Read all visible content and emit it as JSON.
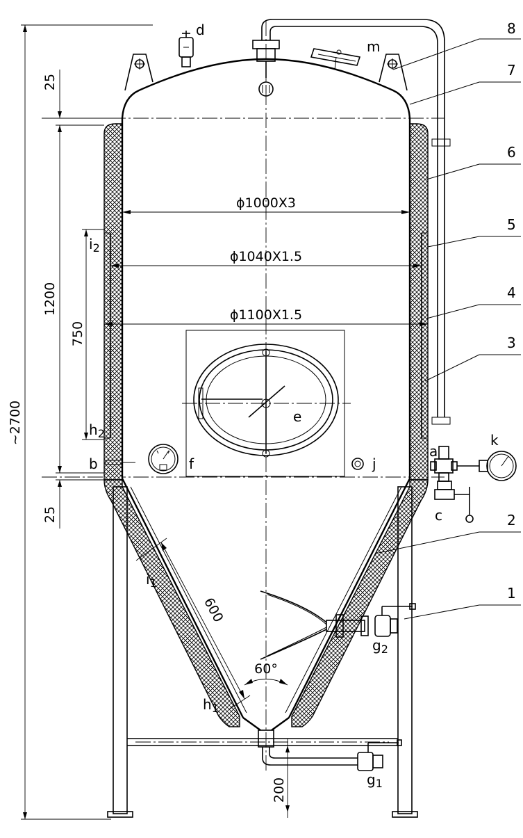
{
  "dimensions": {
    "overall_height": "~2700",
    "top_offset": "25",
    "cylinder_height": "1200",
    "probe_span": "750",
    "bottom_offset": "25",
    "cone_length": "600",
    "cone_angle": "60°",
    "leg_clearance": "200",
    "inner_diameter": "ϕ1000X3",
    "jacket_diameter": "ϕ1040X1.5",
    "outer_diameter": "ϕ1100X1.5"
  },
  "callouts": [
    "1",
    "2",
    "3",
    "4",
    "5",
    "6",
    "7",
    "8"
  ],
  "connection_labels": {
    "a": "a",
    "b": "b",
    "c": "c",
    "d": "d",
    "e": "e",
    "f": "f",
    "g1": "g",
    "g1_sub": "1",
    "g2": "g",
    "g2_sub": "2",
    "h1": "h",
    "h1_sub": "1",
    "h2": "h",
    "h2_sub": "2",
    "i1": "i",
    "i1_sub": "1",
    "i2": "i",
    "i2_sub": "2",
    "j": "j",
    "k": "k",
    "m": "m"
  },
  "style": {
    "line_color": "#000000",
    "background": "#ffffff"
  }
}
